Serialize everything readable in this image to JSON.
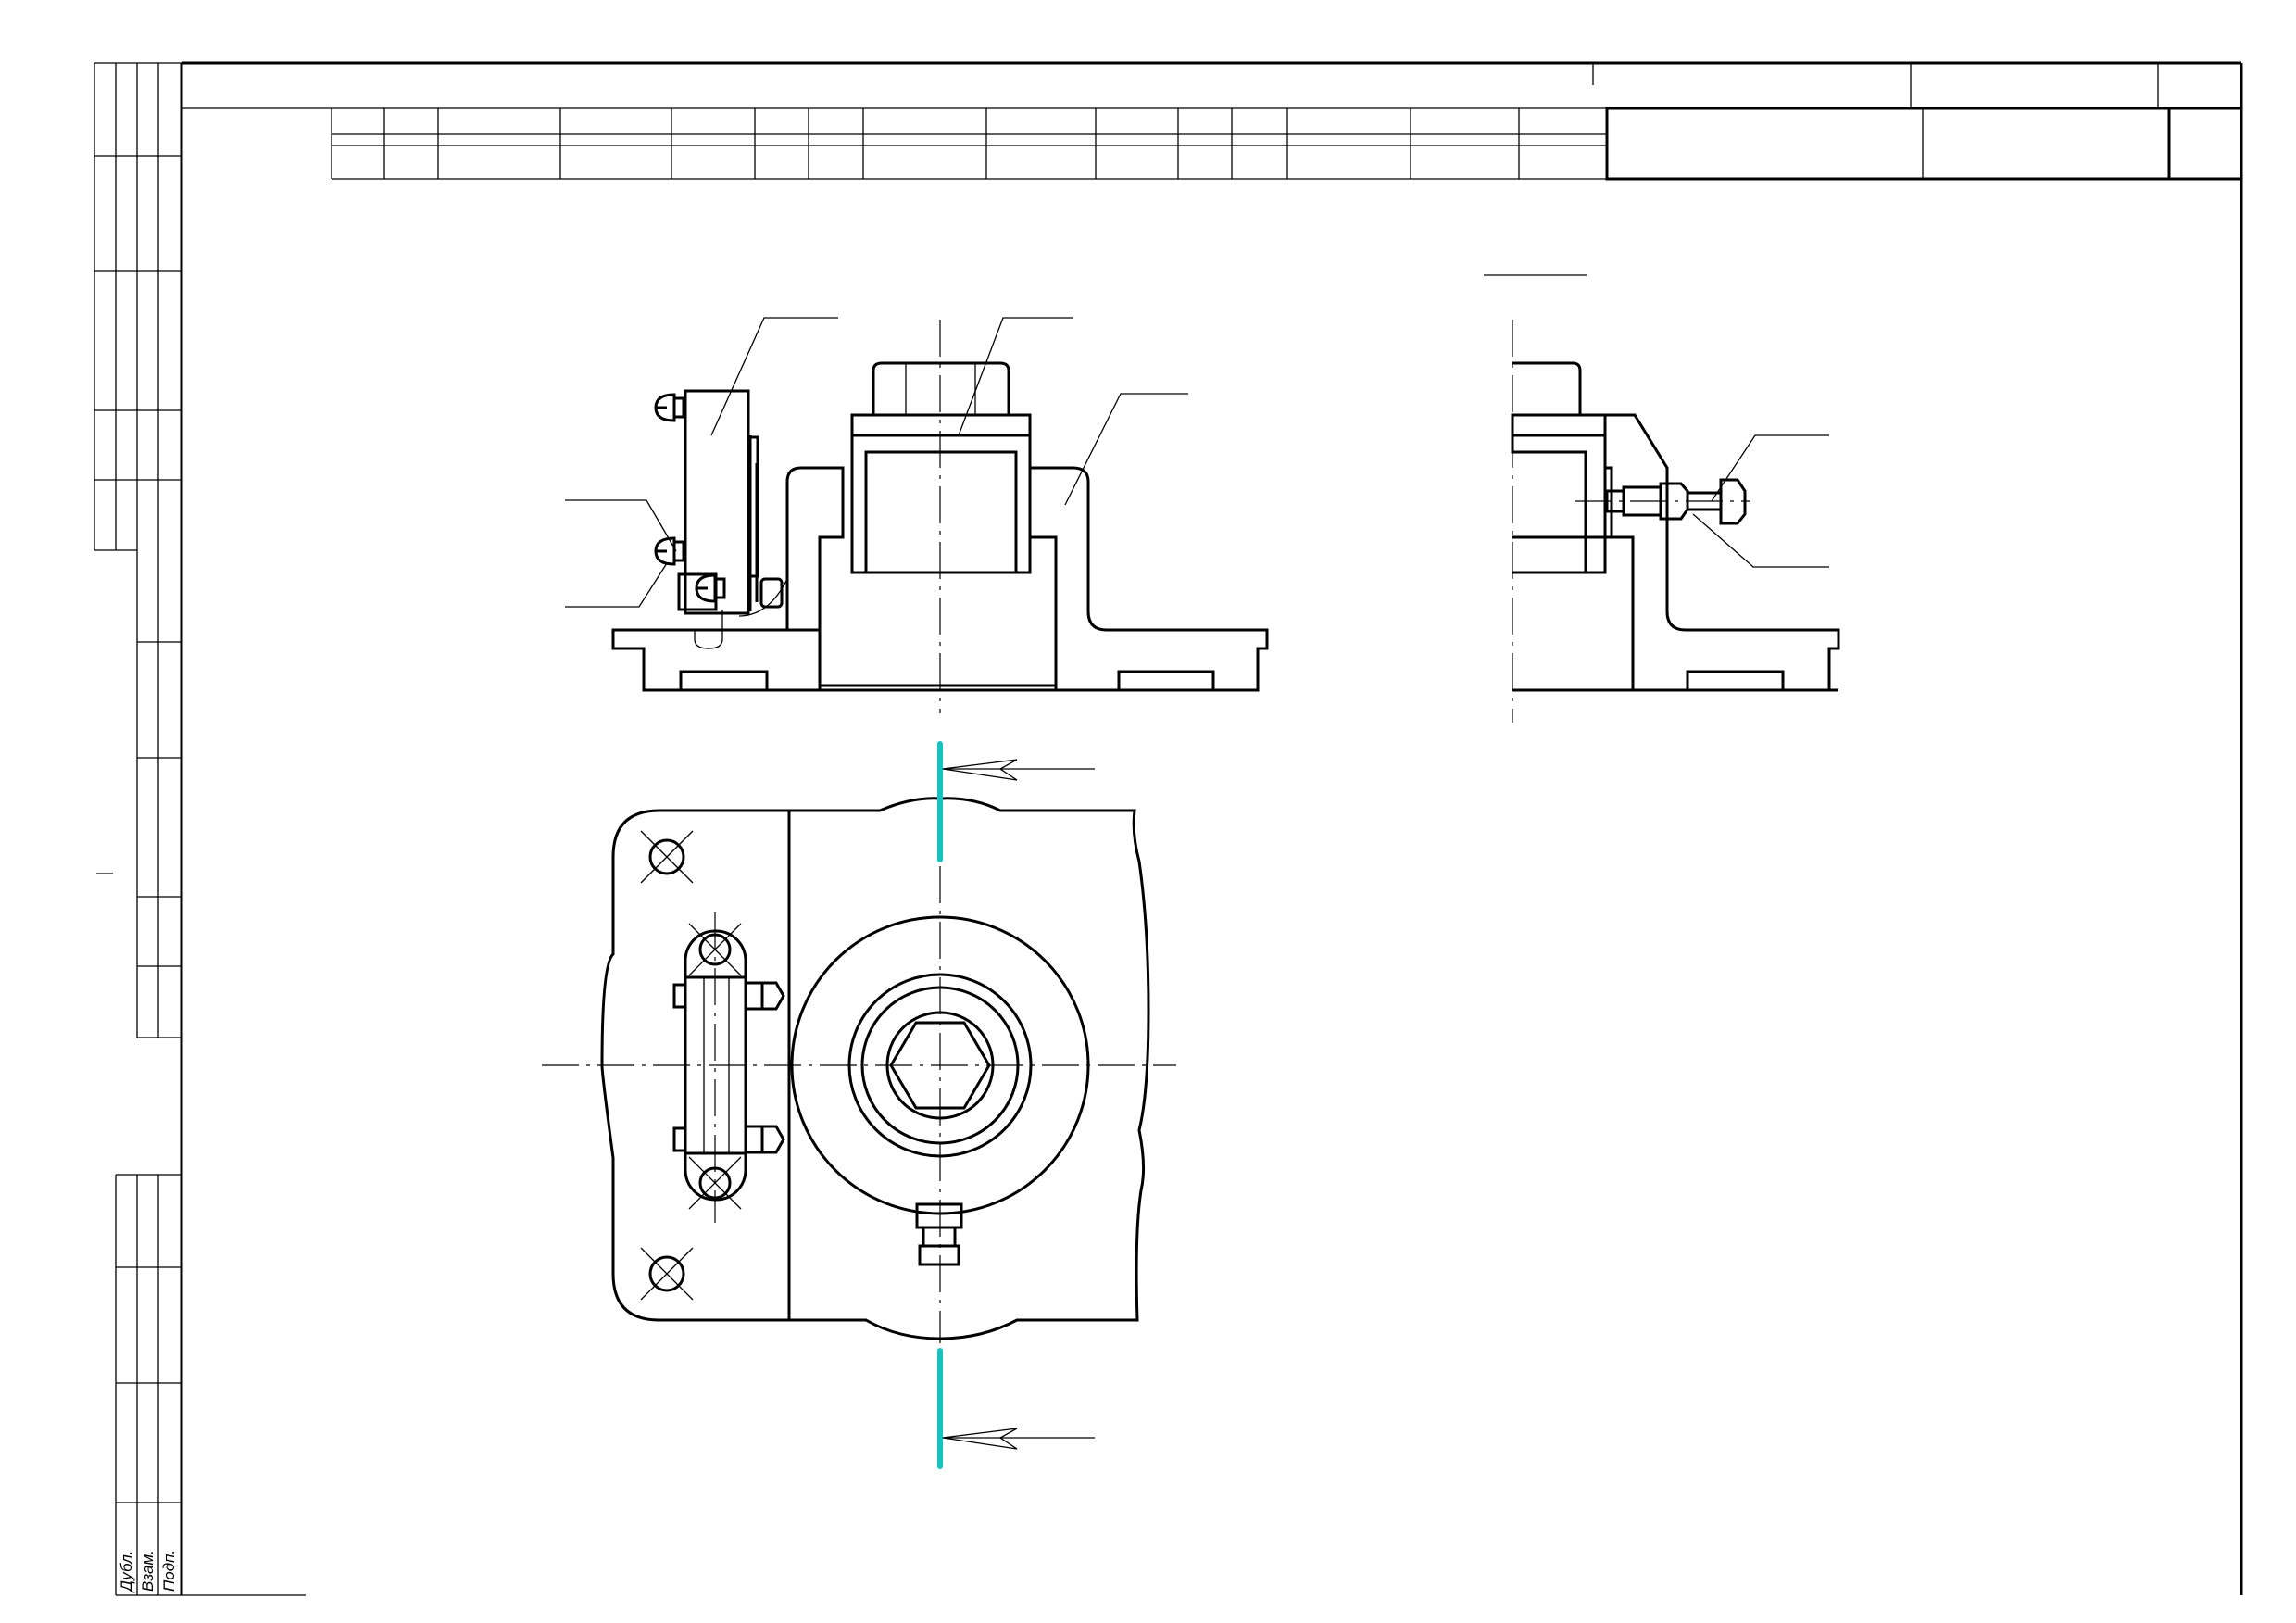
{
  "side_stamp": {
    "labels": [
      "Дубл.",
      "Взам.",
      "Подп."
    ]
  },
  "colors": {
    "lines": "#000000",
    "section_cut": "#19c2c2",
    "background": "#ffffff"
  },
  "views": [
    "front-section",
    "side-section",
    "top-view"
  ]
}
